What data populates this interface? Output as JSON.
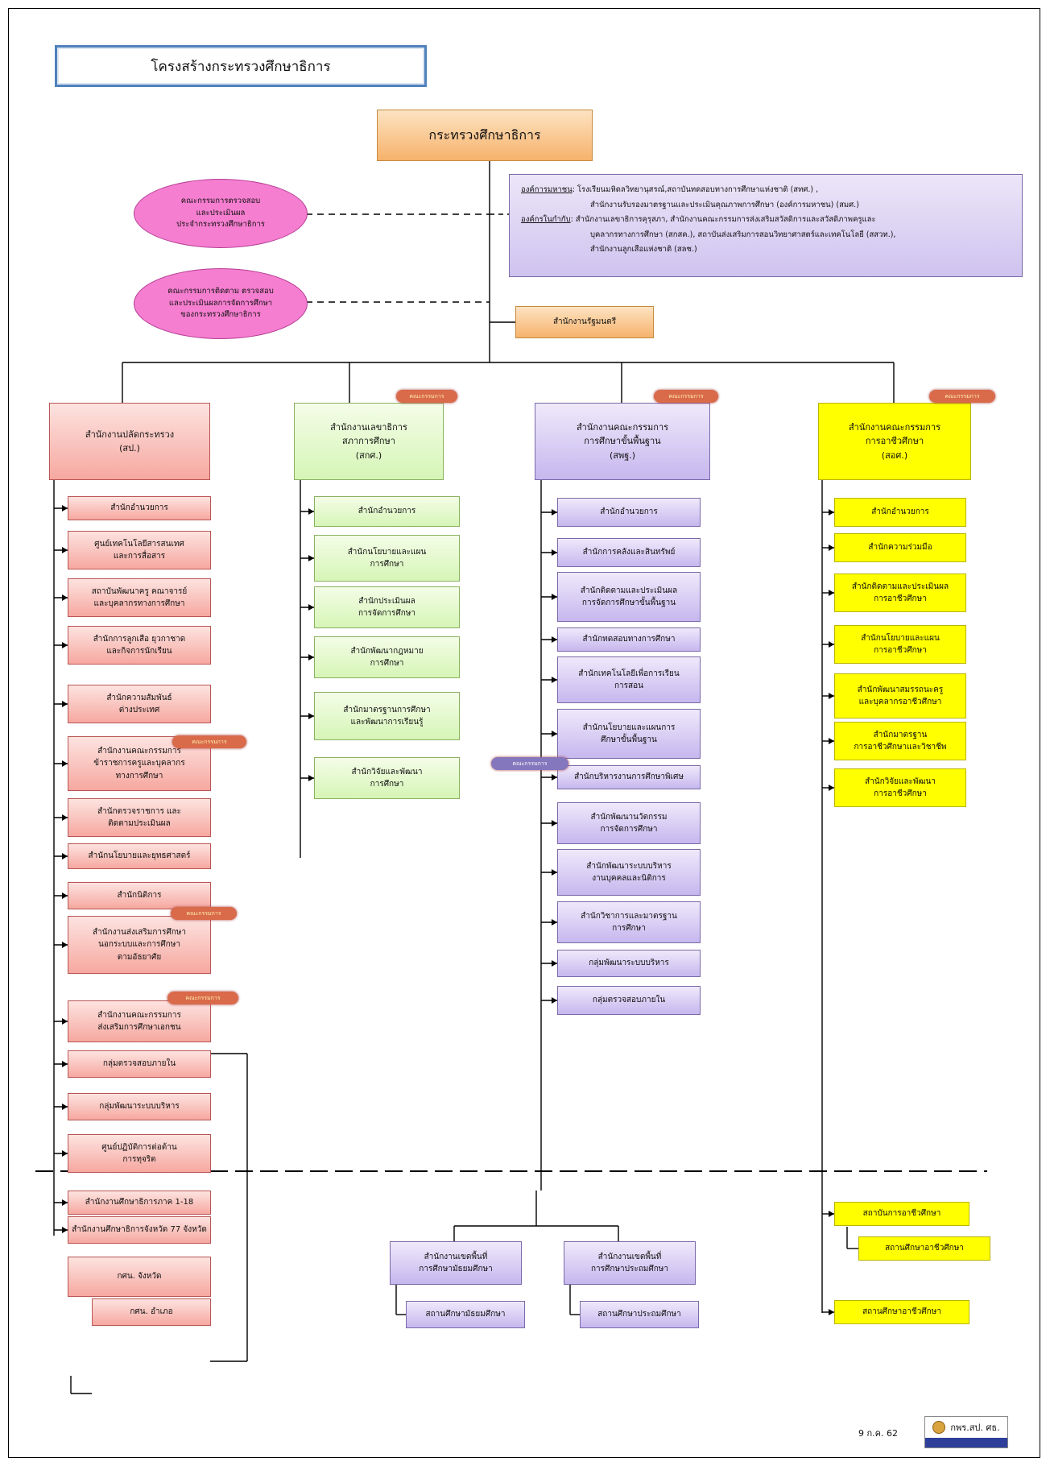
{
  "title": "โครงสร้างกระทรวงศึกษาธิการ",
  "ministry": "กระทรวงศึกษาธิการ",
  "committees": [
    "คณะกรรมการตรวจสอบ\nและประเมินผล\nประจำกระทรวงศึกษาธิการ",
    "คณะกรรมการติดตาม ตรวจสอบ\nและประเมินผลการจัดการศึกษา\nของกระทรวงศึกษาธิการ"
  ],
  "notes": {
    "line1_key": "องค์การมหาชน",
    "line1": ": โรงเรียนมหิดลวิทยานุสรณ์,สถาบันทดสอบทางการศึกษาแห่งชาติ (สทศ.) ,",
    "line2": "สำนักงานรับรองมาตรฐานและประเมินคุณภาพการศึกษา (องค์การมหาชน) (สมศ.)",
    "line3_key": "องค์กรในกำกับ",
    "line3": ": สำนักงานเลขาธิการคุรุสภา, สำนักงานคณะกรรมการส่งเสริมสวัสดิการและสวัสดิภาพครูและ",
    "line4": "บุคลากรทางการศึกษา (สกสค.), สถาบันส่งเสริมการสอนวิทยาศาสตร์และเทคโนโลยี (สสวท.),",
    "line5": "สำนักงานลูกเสือแห่งชาติ (สลช.)"
  },
  "minister_office": "สำนักงานรัฐมนตรี",
  "badge_label": "คณะกรรมการ",
  "heads": {
    "ops": "สำนักงานปลัดกระทรวง\n(สป.)",
    "ohec": "สำนักงานเลขาธิการ\nสภาการศึกษา\n(สกศ.)",
    "obec": "สำนักงานคณะกรรมการ\nการศึกษาขั้นพื้นฐาน\n(สพฐ.)",
    "ovec": "สำนักงานคณะกรรมการ\nการอาชีวศึกษา\n(สอศ.)"
  },
  "ops_units": [
    "สำนักอำนวยการ",
    "ศูนย์เทคโนโลยีสารสนเทศ\nและการสื่อสาร",
    "สถาบันพัฒนาครู คณาจารย์\nและบุคลากรทางการศึกษา",
    "สำนักการลูกเสือ ยุวกาชาด\nและกิจการนักเรียน",
    "สำนักความสัมพันธ์\nต่างประเทศ",
    "สำนักงานคณะกรรมการ\nข้าราชการครูและบุคลากร\nทางการศึกษา",
    "สำนักตรวจราชการ และ\nติดตามประเมินผล",
    "สำนักนโยบายและยุทธศาสตร์",
    "สำนักนิติการ",
    "สำนักงานส่งเสริมการศึกษา\nนอกระบบและการศึกษา\nตามอัธยาศัย",
    "สำนักงานคณะกรรมการ\nส่งเสริมการศึกษาเอกชน",
    "กลุ่มตรวจสอบภายใน",
    "กลุ่มพัฒนาระบบบริหาร",
    "ศูนย์ปฏิบัติการต่อต้าน\nการทุจริต"
  ],
  "ops_regional": [
    "สำนักงานศึกษาธิการภาค 1-18",
    "สำนักงานศึกษาธิการจังหวัด 77 จังหวัด",
    "กศน. จังหวัด",
    "กศน. อำเภอ"
  ],
  "ohec_units": [
    "สำนักอำนวยการ",
    "สำนักนโยบายและแผน\nการศึกษา",
    "สำนักประเมินผล\nการจัดการศึกษา",
    "สำนักพัฒนากฎหมาย\nการศึกษา",
    "สำนักมาตรฐานการศึกษา\nและพัฒนาการเรียนรู้",
    "สำนักวิจัยและพัฒนา\nการศึกษา"
  ],
  "obec_units": [
    "สำนักอำนวยการ",
    "สำนักการคลังและสินทรัพย์",
    "สำนักติดตามและประเมินผล\nการจัดการศึกษาขั้นพื้นฐาน",
    "สำนักทดสอบทางการศึกษา",
    "สำนักเทคโนโลยีเพื่อการเรียน\nการสอน",
    "สำนักนโยบายและแผนการ\nศึกษาขั้นพื้นฐาน",
    "สำนักบริหารงานการศึกษาพิเศษ",
    "สำนักพัฒนานวัตกรรม\nการจัดการศึกษา",
    "สำนักพัฒนาระบบบริหาร\nงานบุคคลและนิติการ",
    "สำนักวิชาการและมาตรฐาน\nการศึกษา",
    "กลุ่มพัฒนาระบบบริหาร",
    "กลุ่มตรวจสอบภายใน"
  ],
  "obec_areas": [
    "สำนักงานเขตพื้นที่\nการศึกษามัธยมศึกษา",
    "สำนักงานเขตพื้นที่\nการศึกษาประถมศึกษา"
  ],
  "obec_schools": [
    "สถานศึกษามัธยมศึกษา",
    "สถานศึกษาประถมศึกษา"
  ],
  "ovec_units": [
    "สำนักอำนวยการ",
    "สำนักความร่วมมือ",
    "สำนักติดตามและประเมินผล\nการอาชีวศึกษา",
    "สำนักนโยบายและแผน\nการอาชีวศึกษา",
    "สำนักพัฒนาสมรรถนะครู\nและบุคลากรอาชีวศึกษา",
    "สำนักมาตรฐาน\nการอาชีวศึกษาและวิชาชีพ",
    "สำนักวิจัยและพัฒนา\nการอาชีวศึกษา"
  ],
  "ovec_regional": [
    "สถาบันการอาชีวศึกษา",
    "สถานศึกษาอาชีวศึกษา",
    "สถานศึกษาอาชีวศึกษา"
  ],
  "footer": {
    "date": "9 ก.ค. 62",
    "logo_text": "กพร.สป. ศธ."
  },
  "colors": {
    "ops": "#f6a8a0",
    "ohec": "#d6f5b6",
    "obec": "#c6b7ee",
    "ovec": "#ffff00",
    "ministry": "#f6b26b",
    "committee": "#f57ed0",
    "title_border": "#4f81bd"
  }
}
